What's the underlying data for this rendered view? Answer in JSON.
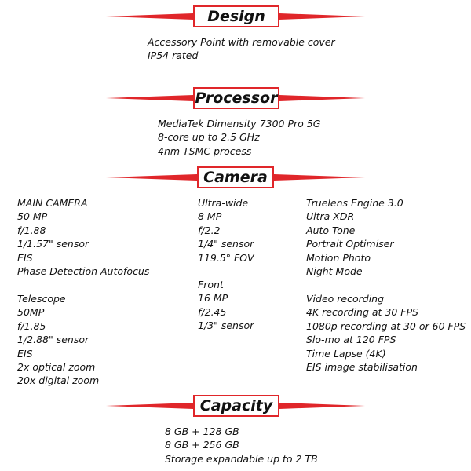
{
  "accent_color": "#e0262a",
  "sections": {
    "design": {
      "title": "Design",
      "lines": [
        "Accessory Point with removable cover",
        "IP54 rated"
      ]
    },
    "processor": {
      "title": "Processor",
      "lines": [
        "MediaTek Dimensity 7300 Pro 5G",
        "8-core up to 2.5 GHz",
        "4nm TSMC process"
      ]
    },
    "camera": {
      "title": "Camera",
      "main": [
        "MAIN CAMERA",
        "50 MP",
        "f/1.88",
        "1/1.57\" sensor",
        "EIS",
        "Phase Detection Autofocus"
      ],
      "telescope": [
        "Telescope",
        "50MP",
        "f/1.85",
        "1/2.88\" sensor",
        "EIS",
        "2x optical zoom",
        "20x digital zoom"
      ],
      "ultrawide": [
        "Ultra-wide",
        "8 MP",
        "f/2.2",
        "1/4\" sensor",
        "119.5° FOV"
      ],
      "front": [
        "Front",
        "16 MP",
        "f/2.45",
        "1/3\" sensor"
      ],
      "features": [
        "Truelens Engine 3.0",
        "Ultra XDR",
        "Auto Tone",
        "Portrait Optimiser",
        "Motion Photo",
        "Night Mode"
      ],
      "video": [
        "Video recording",
        "4K recording at 30 FPS",
        "1080p recording at 30 or 60 FPS",
        "Slo-mo at 120 FPS",
        "Time Lapse (4K)",
        "EIS image stabilisation"
      ]
    },
    "capacity": {
      "title": "Capacity",
      "lines": [
        "8 GB + 128 GB",
        "8 GB + 256 GB",
        "Storage expandable up to 2 TB"
      ]
    }
  }
}
